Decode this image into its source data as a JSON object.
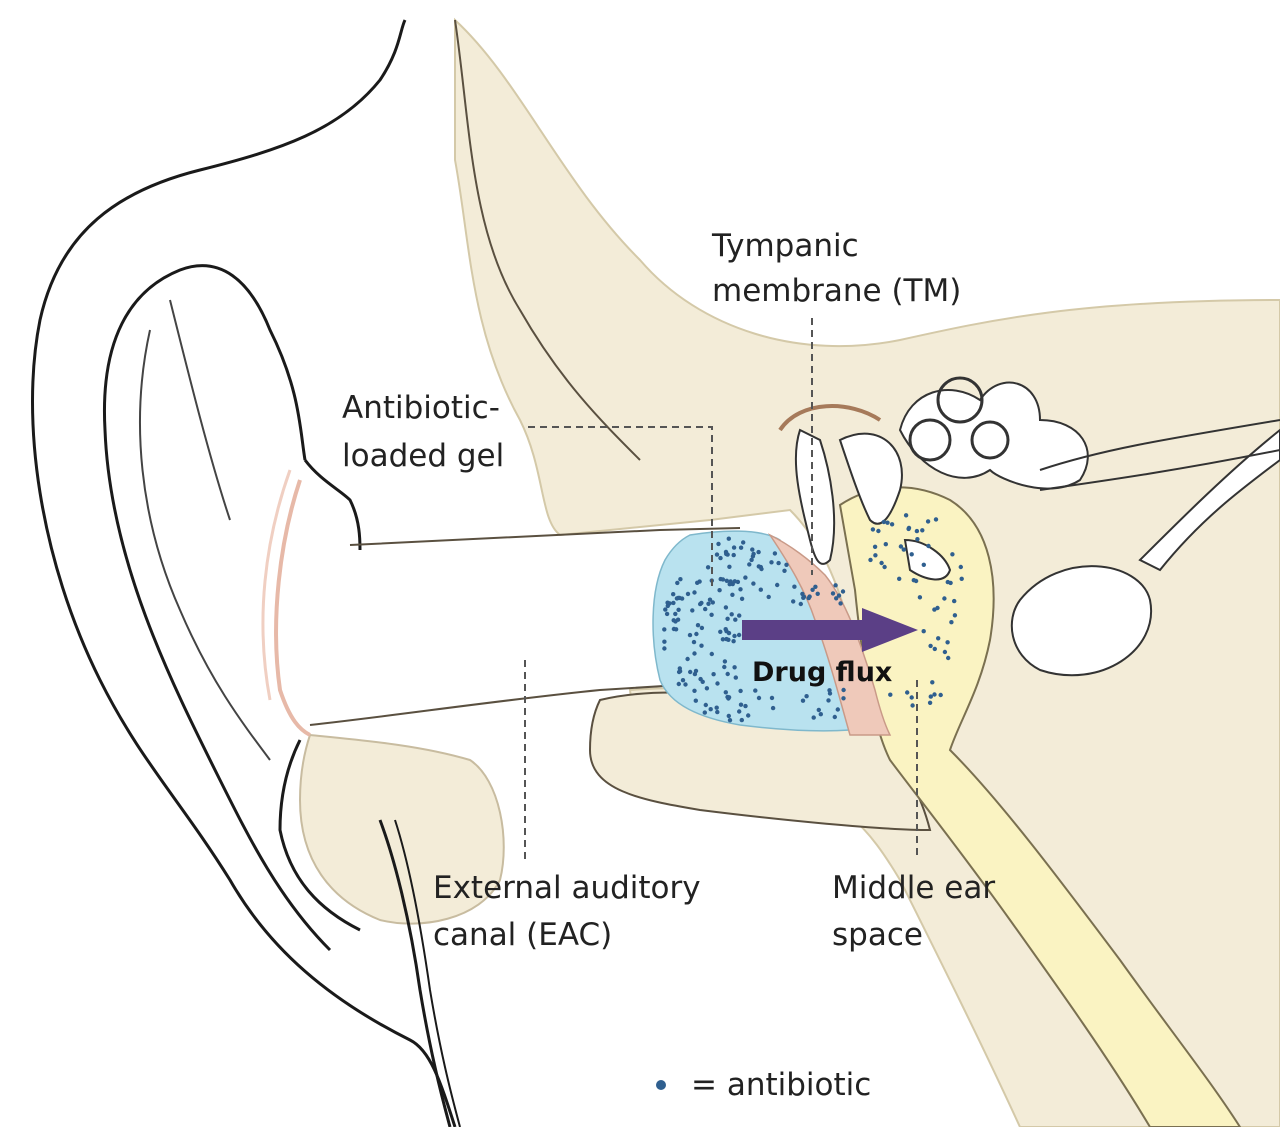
{
  "labels": {
    "tm_line1": "Tympanic",
    "tm_line2": "membrane (TM)",
    "gel_line1": "Antibiotic-",
    "gel_line2": "loaded gel",
    "eac_line1": "External auditory",
    "eac_line2": "canal (EAC)",
    "mes_line1": "Middle ear",
    "mes_line2": "space",
    "flux": "Drug flux",
    "legend_text": "= antibiotic"
  },
  "colors": {
    "bone": "#f3ecd8",
    "gel": "#b9e2ef",
    "membrane": "#efc9ba",
    "middle_ear": "#faf3c2",
    "dot": "#2f5f8f",
    "arrow": "#5b3f86",
    "outline": "#1a1a1a",
    "leader": "#555555"
  }
}
